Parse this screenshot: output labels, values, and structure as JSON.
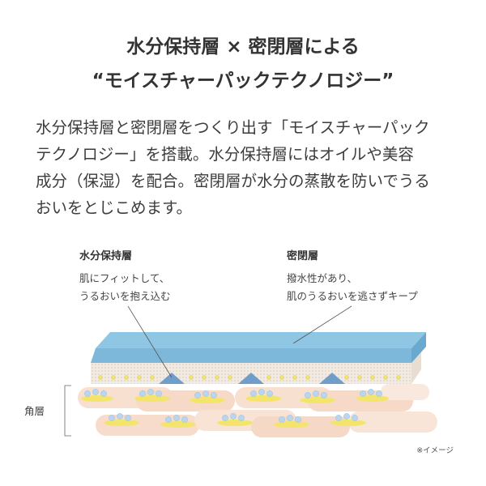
{
  "title": {
    "line1": "水分保持層 × 密閉層による",
    "line2": "“モイスチャーパックテクノロジー”"
  },
  "body": {
    "lines": [
      "水分保持層と密閉層をつくり出す「モイスチャーパック",
      "テクノロジー」を搭載。水分保持層にはオイルや美容",
      "成分（保湿）を配合。密閉層が水分の蒸散を防いでうる",
      "おいをとじこめます。"
    ]
  },
  "labels": {
    "water_layer": {
      "title": "水分保持層",
      "desc1": "肌にフィットして、",
      "desc2": "うるおいを抱え込む"
    },
    "seal_layer": {
      "title": "密閉層",
      "desc1": "撥水性があり、",
      "desc2": "肌のうるおいを逃さずキープ"
    },
    "stratum_corneum": "角層"
  },
  "note": "※イメージ",
  "colors": {
    "seal_layer_top": "#8fc6e3",
    "seal_layer_side": "#6aa9cf",
    "water_layer": "#f0e9e2",
    "cell": "#f7dccb",
    "droplet": "#b9d6ee",
    "oil": "#f3e56b",
    "triangle": "#6f9fc9"
  }
}
